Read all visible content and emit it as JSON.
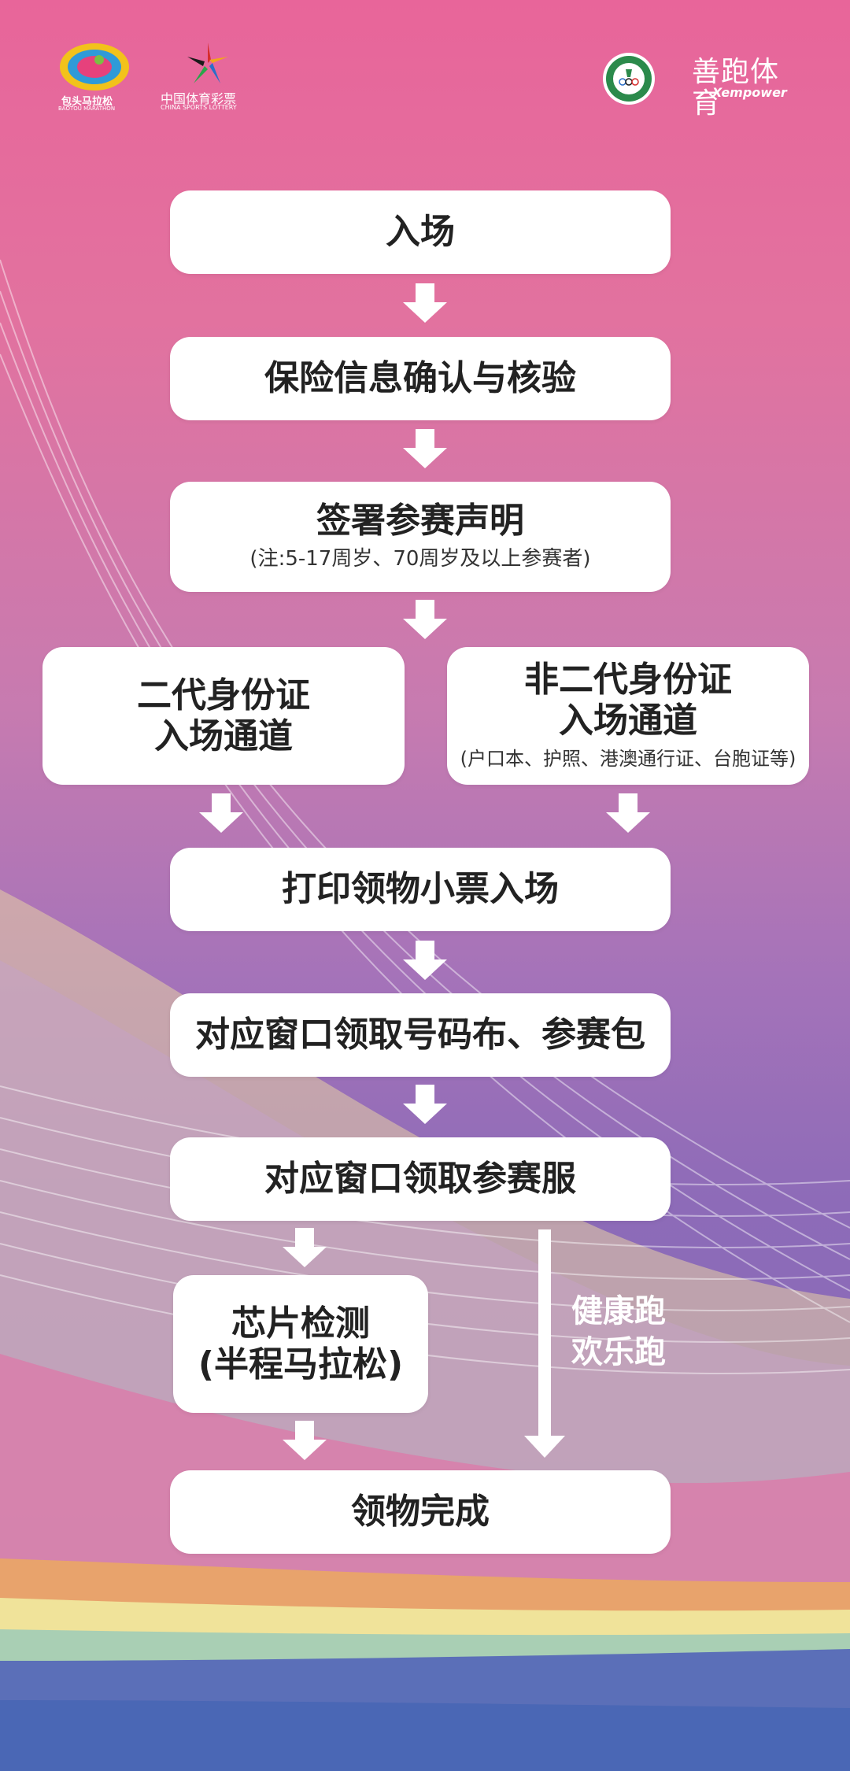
{
  "logos": {
    "baotou": {
      "line1": "包头马拉松",
      "line2": "BAOTOU MARATHON"
    },
    "lottery": {
      "line1": "中国体育彩票",
      "line2": "CHINA SPORTS LOTTERY"
    },
    "xempower": {
      "line1": "善跑体育",
      "line2": "Xempower"
    }
  },
  "steps": {
    "entry": "入场",
    "insurance": "保险信息确认与核验",
    "declaration": "签署参赛声明",
    "declaration_note": "(注:5-17周岁、70周岁及以上参赛者)",
    "id_channel_line1": "二代身份证",
    "id_channel_line2": "入场通道",
    "nonid_channel_line1": "非二代身份证",
    "nonid_channel_line2": "入场通道",
    "nonid_channel_note": "(户口本、护照、港澳通行证、台胞证等)",
    "print_ticket": "打印领物小票入场",
    "bib_pack": "对应窗口领取号码布、参赛包",
    "shirt": "对应窗口领取参赛服",
    "chip_line1": "芯片检测",
    "chip_line2": "(半程马拉松)",
    "side_label_line1": "健康跑",
    "side_label_line2": "欢乐跑",
    "done": "领物完成"
  },
  "colors": {
    "background_top": "#e8659a",
    "background_bottom": "#6f72b8",
    "box": "#ffffff",
    "text": "#222222"
  }
}
